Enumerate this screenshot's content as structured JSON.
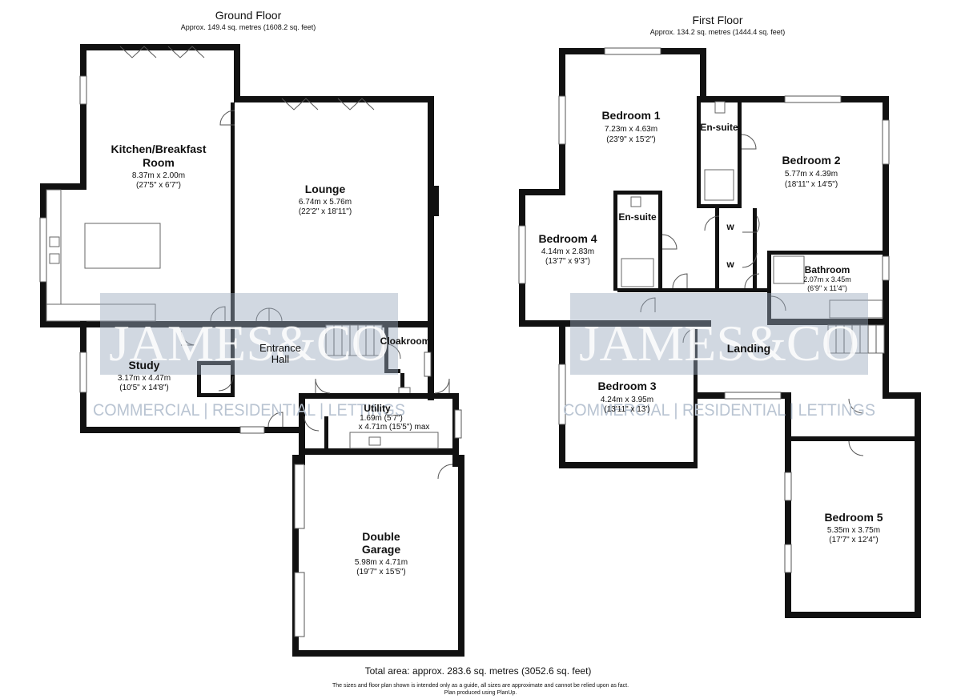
{
  "ground_floor": {
    "title": "Ground Floor",
    "area": "Approx. 149.4 sq. metres (1608.2 sq. feet)",
    "rooms": {
      "kitchen": {
        "name1": "Kitchen/Breakfast",
        "name2": "Room",
        "dim_m": "8.37m x 2.00m",
        "dim_ft": "(27'5\" x 6'7\")"
      },
      "lounge": {
        "name": "Lounge",
        "dim_m": "6.74m x 5.76m",
        "dim_ft": "(22'2\" x 18'11\")"
      },
      "study": {
        "name": "Study",
        "dim_m": "3.17m x 4.47m",
        "dim_ft": "(10'5\" x 14'8\")"
      },
      "entrance_hall": {
        "name1": "Entrance",
        "name2": "Hall"
      },
      "cloakroom": {
        "name": "Cloakroom"
      },
      "utility": {
        "name": "Utility",
        "dim_m": "1.69m (5'7\")",
        "dim_ft": "x 4.71m (15'5\") max"
      },
      "garage": {
        "name1": "Double",
        "name2": "Garage",
        "dim_m": "5.98m x 4.71m",
        "dim_ft": "(19'7\" x 15'5\")"
      }
    }
  },
  "first_floor": {
    "title": "First Floor",
    "area": "Approx. 134.2 sq. metres (1444.4 sq. feet)",
    "rooms": {
      "bedroom1": {
        "name": "Bedroom 1",
        "dim_m": "7.23m x 4.63m",
        "dim_ft": "(23'9\" x 15'2\")"
      },
      "bedroom2": {
        "name": "Bedroom 2",
        "dim_m": "5.77m x 4.39m",
        "dim_ft": "(18'11\" x 14'5\")"
      },
      "bedroom3": {
        "name": "Bedroom 3",
        "dim_m": "4.24m x 3.95m",
        "dim_ft": "(13'11\" x 13')"
      },
      "bedroom4": {
        "name": "Bedroom 4",
        "dim_m": "4.14m x 2.83m",
        "dim_ft": "(13'7\" x 9'3\")"
      },
      "bedroom5": {
        "name": "Bedroom 5",
        "dim_m": "5.35m x 3.75m",
        "dim_ft": "(17'7\" x 12'4\")"
      },
      "ensuite1": {
        "name": "En-suite"
      },
      "ensuite2": {
        "name": "En-suite"
      },
      "bathroom": {
        "name": "Bathroom",
        "dim_m": "2.07m x 3.45m",
        "dim_ft": "(6'9\" x 11'4\")"
      },
      "landing": {
        "name": "Landing"
      },
      "wardrobe_1": "w",
      "wardrobe_2": "w"
    }
  },
  "watermark": {
    "brand": "JAMES&CO",
    "services": "COMMERCIAL | RESIDENTIAL | LETTINGS"
  },
  "footer": {
    "total_area": "Total area: approx. 283.6 sq. metres (3052.6 sq. feet)",
    "disclaimer": "The sizes and floor plan shown is intended only as a guide, all sizes are approximate and cannot be relied upon as fact.",
    "produced_by": "Plan produced using PlanUp."
  },
  "colors": {
    "wall": "#111111",
    "watermark_band": "#9aa9bd",
    "background": "#ffffff"
  }
}
